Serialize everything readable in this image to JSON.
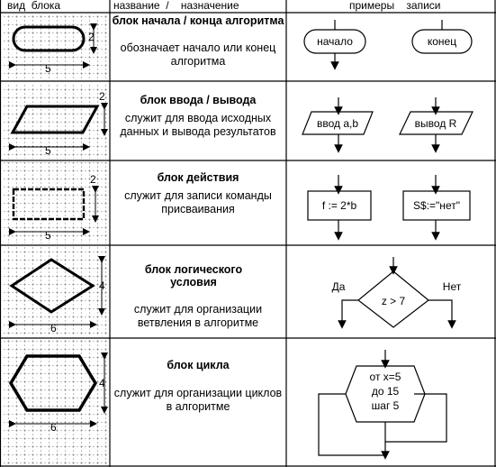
{
  "header": {
    "col1": "вид  блока",
    "col2": "название  /    назначение",
    "col3": "примеры    записи"
  },
  "rows": [
    {
      "title": "блок начала / конца алгоритма",
      "description": "обозначает начало или конец алгоритма",
      "width_unit": "5",
      "height_unit": "2",
      "examples": [
        "начало",
        "конец"
      ]
    },
    {
      "title": "блок ввода / вывода",
      "description": "служит для ввода исходных данных и вывода результатов",
      "width_unit": "5",
      "height_unit": "2",
      "examples": [
        "ввод a,b",
        "вывод R"
      ]
    },
    {
      "title": "блок  действия",
      "description": "служит для записи команды присваивания",
      "width_unit": "5",
      "height_unit": "2",
      "examples": [
        "f := 2*b",
        "S$:=\"нет\""
      ]
    },
    {
      "title": "блок логического условия",
      "description": "служит для организации ветвления в алгоритме",
      "width_unit": "6",
      "height_unit": "4",
      "condition": "z > 7",
      "yes": "Да",
      "no": "Нет"
    },
    {
      "title": "блок цикла",
      "description": "служит для организации циклов в алгоритме",
      "width_unit": "6",
      "height_unit": "4",
      "loop_lines": [
        "от x=5",
        "до 15",
        "шаг 5"
      ]
    }
  ]
}
